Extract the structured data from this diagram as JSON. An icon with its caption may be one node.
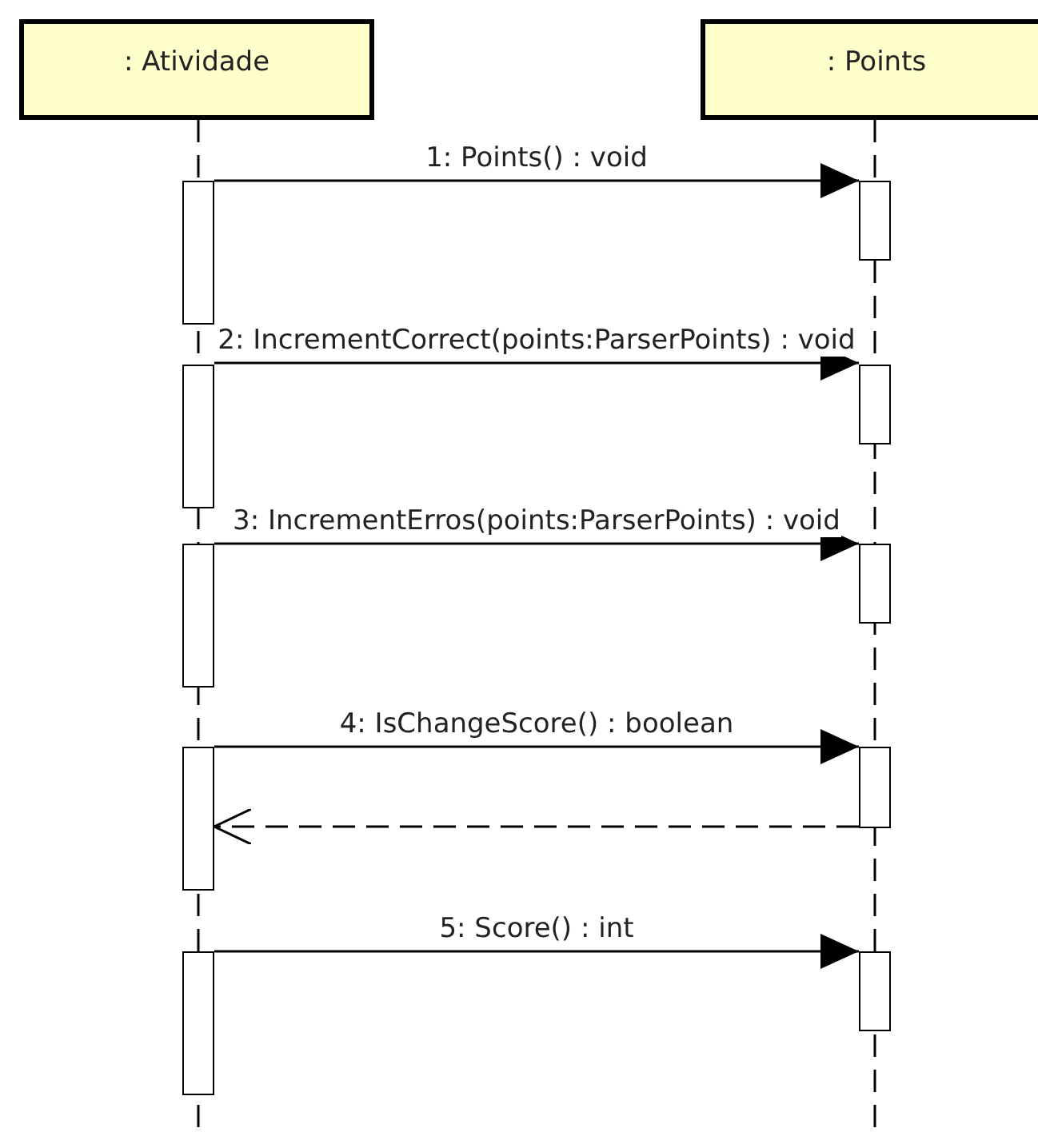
{
  "diagram": {
    "nodes": [
      {
        "text": [
          ": Atividade"
        ]
      },
      {
        "text": [
          ": Points"
        ]
      },
      {
        "text": [],
        "shape": "bar"
      },
      {
        "text": [],
        "shape": "bar"
      },
      {
        "text": [],
        "shape": "bar"
      },
      {
        "text": [],
        "shape": "bar"
      },
      {
        "text": [],
        "shape": "bar"
      },
      {
        "text": [],
        "shape": "bar"
      },
      {
        "text": [],
        "shape": "bar"
      },
      {
        "text": [],
        "shape": "bar"
      },
      {
        "text": [],
        "shape": "bar"
      },
      {
        "text": [],
        "shape": "bar"
      }
    ],
    "edges": [
      {
        "from": 2,
        "to": 3,
        "arrow": "to",
        "label": "1: Points() : void"
      },
      {
        "from": 4,
        "to": 5,
        "arrow": "to",
        "label": "2: IncrementCorrect(points:ParserPoints) : void"
      },
      {
        "from": 6,
        "to": 7,
        "arrow": "to",
        "label": "3: IncrementErros(points:ParserPoints) : void"
      },
      {
        "from": 8,
        "to": 9,
        "arrow": "to",
        "label": "4: IsChangeScore() : boolean"
      },
      {
        "from": 9,
        "to": 8,
        "arrow": "to",
        "style": "dashed"
      },
      {
        "from": 10,
        "to": 11,
        "arrow": "to",
        "label": "5: Score() : int"
      }
    ]
  }
}
